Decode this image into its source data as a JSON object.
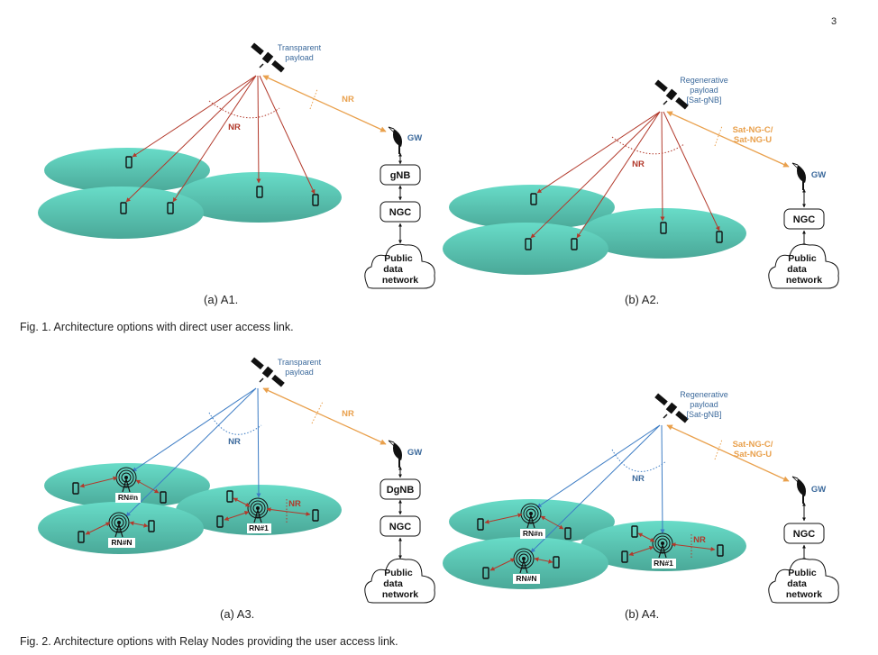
{
  "page": {
    "number": "3"
  },
  "colors": {
    "cell": "#5fcfbd",
    "cell_edge": "#4aa898",
    "user_link": "#b2392b",
    "feeder_link": "#e9a04c",
    "relay_link": "#3c7cc4",
    "label_blue": "#3c6a9c"
  },
  "figures": [
    {
      "id": "fig1",
      "caption": "Fig. 1. Architecture options with direct user access link.",
      "panels": [
        {
          "id": "A1",
          "caption": "(a) A1.",
          "payload_label": [
            "Transparent",
            "payload"
          ],
          "user_link_label": "NR",
          "feeder_link_label": [
            "NR"
          ],
          "gw_label": "GW",
          "boxes": [
            "gNB",
            "NGC"
          ],
          "cloud_label": [
            "Public",
            "data",
            "network"
          ]
        },
        {
          "id": "A2",
          "caption": "(b) A2.",
          "payload_label": [
            "Regenerative",
            "payload",
            "[Sat-gNB]"
          ],
          "user_link_label": "NR",
          "feeder_link_label": [
            "Sat-NG-C/",
            "Sat-NG-U"
          ],
          "gw_label": "GW",
          "boxes": [
            "NGC"
          ],
          "cloud_label": [
            "Public",
            "data",
            "network"
          ]
        }
      ]
    },
    {
      "id": "fig2",
      "caption": "Fig. 2. Architecture options with Relay Nodes providing the user access link.",
      "panels": [
        {
          "id": "A3",
          "caption": "(a) A3.",
          "payload_label": [
            "Transparent",
            "payload"
          ],
          "backhaul_label": "NR",
          "access_label": "NR",
          "feeder_link_label": [
            "NR"
          ],
          "gw_label": "GW",
          "boxes": [
            "DgNB",
            "NGC"
          ],
          "cloud_label": [
            "Public",
            "data",
            "network"
          ],
          "relay_nodes": [
            "RN#n",
            "RN#N",
            "RN#1"
          ]
        },
        {
          "id": "A4",
          "caption": "(b) A4.",
          "payload_label": [
            "Regenerative",
            "payload",
            "[Sat-gNB]"
          ],
          "backhaul_label": "NR",
          "access_label": "NR",
          "feeder_link_label": [
            "Sat-NG-C/",
            "Sat-NG-U"
          ],
          "gw_label": "GW",
          "boxes": [
            "NGC"
          ],
          "cloud_label": [
            "Public",
            "data",
            "network"
          ],
          "relay_nodes": [
            "RN#n",
            "RN#N",
            "RN#1"
          ]
        }
      ]
    }
  ]
}
